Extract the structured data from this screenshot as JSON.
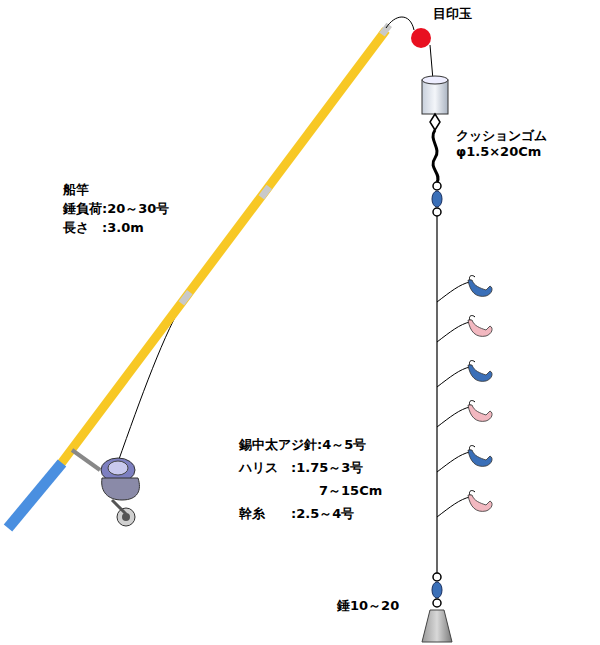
{
  "diagram": {
    "labels": [
      "目印玉",
      "クッションゴム φ1.5×20Cm",
      "船竿",
      "錘負荷:20～30号",
      "長さ　:3.0m",
      "錫中太アジ針:4～5号",
      "ハリス　:1.75～3号",
      "7～15Cm",
      "幹糸　　:2.5～4号",
      "錘10～20"
    ]
  }
}
